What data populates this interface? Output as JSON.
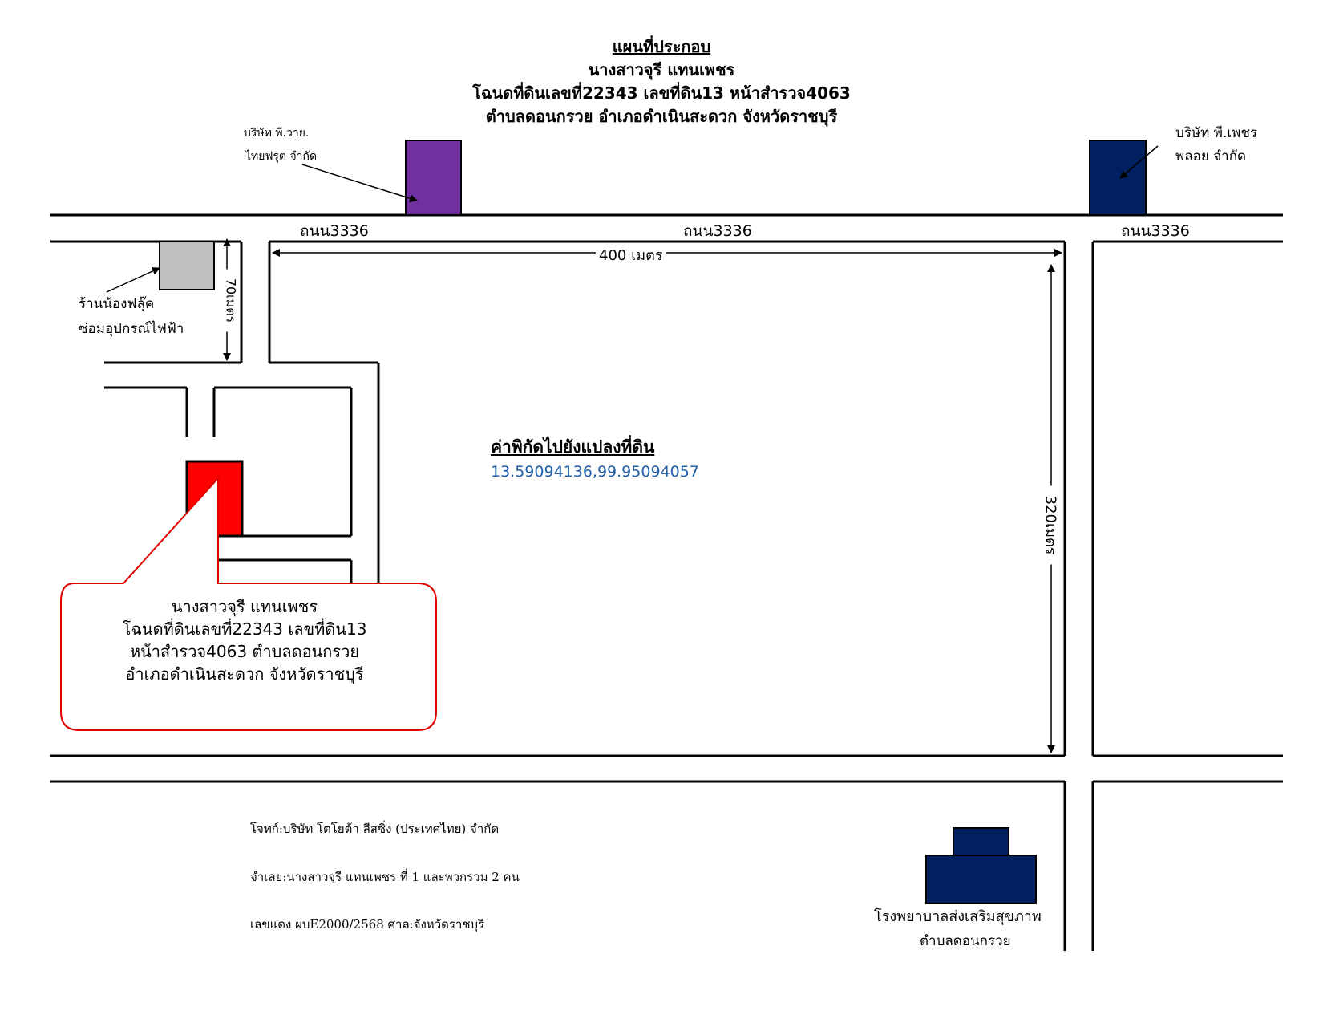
{
  "title": {
    "line1": "แผนที่ประกอบ",
    "line2": "นางสาวจุรี แทนเพชร",
    "line3": "โฉนดที่ดินเลขที่22343 เลขที่ดิน13 หน้าสำรวจ4063",
    "line4": "ตำบลดอนกรวย อำเภอดำเนินสะดวก จังหวัดราชบุรี"
  },
  "landmarks": {
    "company_pwai": {
      "line1": "บริษัท พี.วาย.",
      "line2": "ไทยฟรุต จำกัด",
      "color": "#7030a0"
    },
    "company_ppetch": {
      "line1": "บริษัท พี.เพชร",
      "line2": "พลอย จำกัด",
      "color": "#002060"
    },
    "shop": {
      "line1": "ร้านน้องฟลุ๊ค",
      "line2": "ซ่อมอุปกรณ์ไฟฟ้า",
      "color": "#bfbfbf"
    },
    "hospital": {
      "line1": "โรงพยาบาลส่งเสริมสุขภาพ",
      "line2": "ตำบลดอนกรวย",
      "color": "#002060"
    },
    "target_parcel": {
      "color": "#ff0000"
    }
  },
  "roads": {
    "left": "ถนน3336",
    "center": "ถนน3336",
    "right": "ถนน3336"
  },
  "distances": {
    "horizontal": "400 เมตร",
    "vertical": "320เมตร",
    "shop": "70เมตร"
  },
  "callout": {
    "line1": "นางสาวจุรี แทนเพชร",
    "line2": "โฉนดที่ดินเลขที่22343 เลขที่ดิน13",
    "line3": "หน้าสำรวจ4063 ตำบลดอนกรวย",
    "line4": "อำเภอดำเนินสะดวก จังหวัดราชบุรี",
    "border_color": "#e00000"
  },
  "coordinates": {
    "title": "ค่าพิกัดไปยังแปลงที่ดิน",
    "value": "13.59094136,99.95094057",
    "color": "#1f5fa8"
  },
  "case_info": {
    "plaintiff": "โจทก์:บริษัท โตโยต้า ลีสซิ่ง (ประเทศไทย) จำกัด",
    "defendant": "จำเลย:นางสาวจุรี แทนเพชร ที่ 1 และพวกรวม 2 คน",
    "case_no": "เลขแดง ผบE2000/2568 ศาล:จังหวัดราชบุรี"
  }
}
